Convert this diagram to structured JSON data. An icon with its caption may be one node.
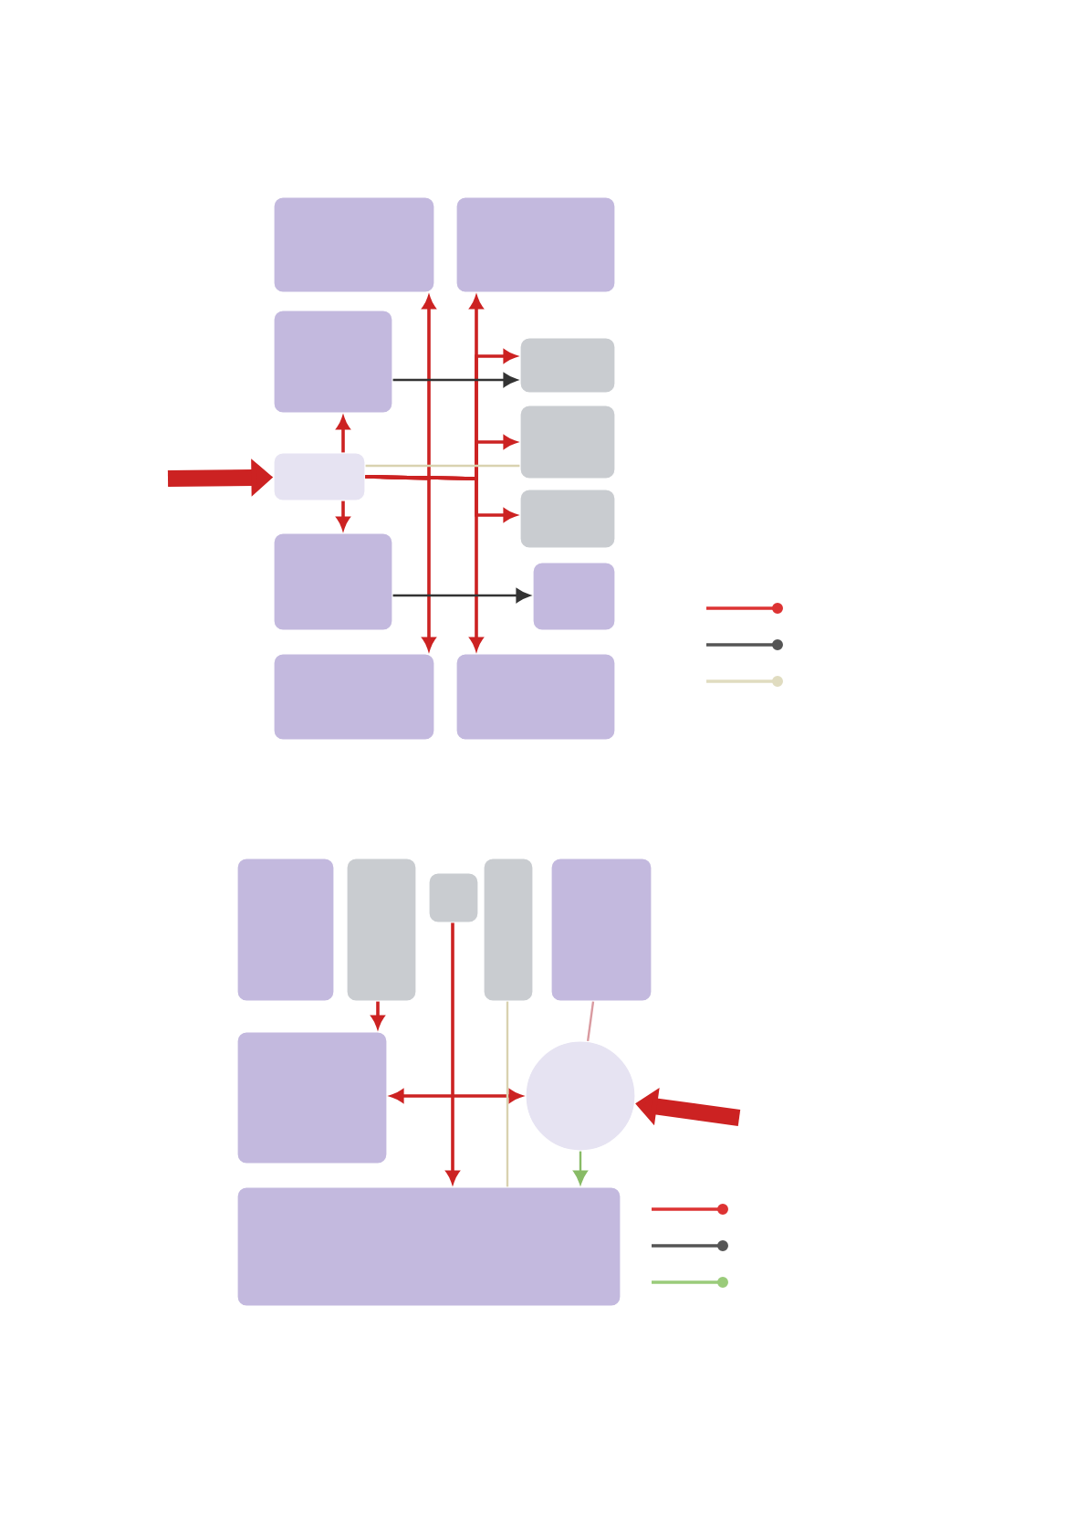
{
  "diagram": {
    "nodes": [
      {
        "text": [],
        "shape": "box"
      },
      {
        "text": [],
        "shape": "box"
      },
      {
        "text": [],
        "shape": "box"
      },
      {
        "text": [],
        "shape": "box"
      },
      {
        "text": [],
        "shape": "box"
      },
      {
        "text": [],
        "shape": "box"
      },
      {
        "text": [],
        "shape": "box"
      },
      {
        "text": [],
        "shape": "box"
      },
      {
        "text": [],
        "shape": "box"
      },
      {
        "text": [],
        "shape": "box"
      },
      {
        "text": [],
        "shape": "box"
      },
      {
        "text": [],
        "shape": "box"
      },
      {
        "text": [],
        "shape": "box"
      },
      {
        "text": [],
        "shape": "box"
      },
      {
        "text": [],
        "shape": "box"
      },
      {
        "text": [],
        "shape": "box"
      },
      {
        "text": [],
        "shape": "box"
      },
      {
        "text": [],
        "shape": "circle"
      },
      {
        "text": [],
        "shape": "box"
      }
    ],
    "edges": [
      {
        "from": null,
        "to": 3,
        "arrow": "to",
        "style": "thick"
      },
      {
        "from": 3,
        "to": 0,
        "arrow": "to"
      },
      {
        "from": 3,
        "to": 1,
        "arrow": "to"
      },
      {
        "from": 3,
        "to": 2,
        "arrow": "to"
      },
      {
        "from": 3,
        "to": 7,
        "arrow": "to"
      },
      {
        "from": 3,
        "to": 8,
        "arrow": "to"
      },
      {
        "from": 3,
        "to": 9,
        "arrow": "to"
      },
      {
        "from": 3,
        "to": 4,
        "arrow": "to"
      },
      {
        "from": 3,
        "to": 5,
        "arrow": "to"
      },
      {
        "from": 3,
        "to": 6,
        "arrow": "to"
      },
      {
        "from": 2,
        "to": 7,
        "arrow": "to",
        "color": "#333333"
      },
      {
        "from": 4,
        "to": 10,
        "arrow": "to",
        "color": "#333333"
      },
      {
        "from": 3,
        "to": 8,
        "arrow": "none",
        "color": "#d9d2b0"
      },
      {
        "from": null,
        "to": 17,
        "arrow": "to",
        "style": "thick"
      },
      {
        "from": 16,
        "to": 17,
        "arrow": "both"
      },
      {
        "from": 12,
        "to": 16,
        "arrow": "to"
      },
      {
        "from": 13,
        "to": 18,
        "arrow": "to"
      },
      {
        "from": 14,
        "to": 18,
        "arrow": "none",
        "color": "#d9d2b0"
      },
      {
        "from": 15,
        "to": 17,
        "arrow": "none",
        "color": "#d99aa0"
      },
      {
        "from": 17,
        "to": 18,
        "arrow": "to",
        "color": "#88bb66"
      }
    ]
  }
}
